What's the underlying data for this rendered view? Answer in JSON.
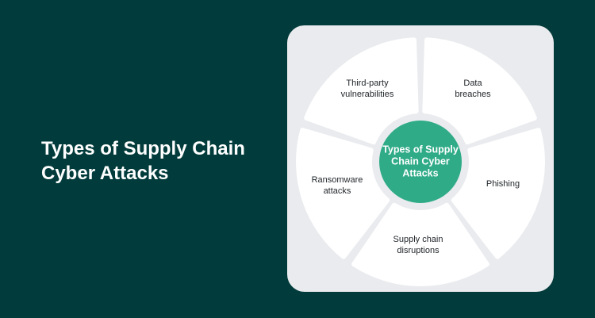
{
  "page": {
    "title": "Types of Supply Chain Cyber Attacks"
  },
  "diagram": {
    "center_label": "Types of Supply Chain Cyber Attacks",
    "segments": [
      {
        "label": "Third-party vulnerabilities"
      },
      {
        "label": "Data breaches"
      },
      {
        "label": "Phishing"
      },
      {
        "label": "Supply chain disruptions"
      },
      {
        "label": "Ransomware attacks"
      }
    ]
  },
  "colors": {
    "background": "#023b3b",
    "card": "#e9ebee",
    "segment_fill": "#ffffff",
    "hub": "#2fab87",
    "hub_ring": "#e9ebee"
  }
}
